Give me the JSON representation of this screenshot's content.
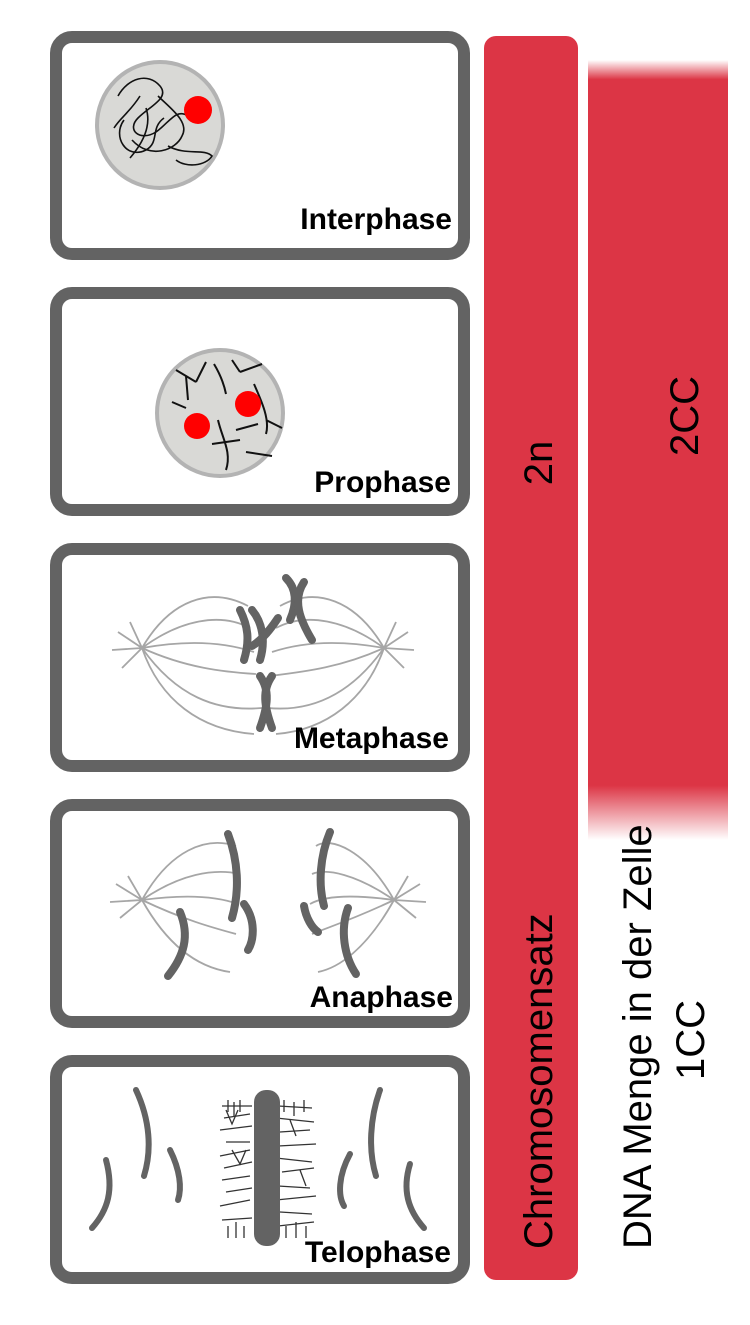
{
  "phases": [
    {
      "label": "Interphase"
    },
    {
      "label": "Prophase"
    },
    {
      "label": "Metaphase"
    },
    {
      "label": "Anaphase"
    },
    {
      "label": "Telophase"
    }
  ],
  "chromosome_set": {
    "title": "Chromosomensatz",
    "value": "2n"
  },
  "dna_amount": {
    "title": "DNA Menge in der Zelle",
    "high": "2CC",
    "low": "1CC"
  },
  "colors": {
    "bar": "#dc3545",
    "panel_border": "#636363",
    "nucleus_fill": "#d9d9d6",
    "nucleus_border": "#b3b3b3",
    "nucleolus": "#ff0000",
    "chromosome": "#636363",
    "spindle": "#a6a6a6"
  }
}
